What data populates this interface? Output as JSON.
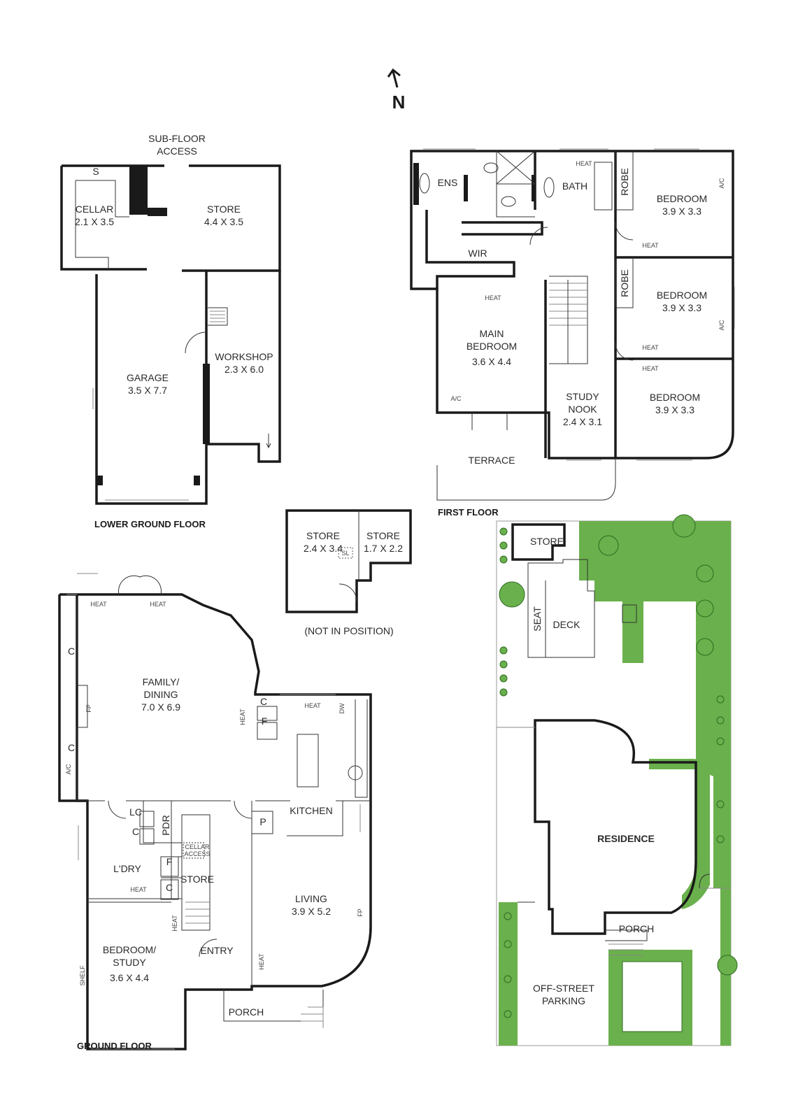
{
  "compass": {
    "label": "N"
  },
  "lower_ground": {
    "title": "LOWER GROUND FLOOR",
    "subfloor": [
      "SUB-FLOOR",
      "ACCESS"
    ],
    "s": "S",
    "cellar": {
      "name": "CELLAR",
      "dims": "2.1 X 3.5"
    },
    "store": {
      "name": "STORE",
      "dims": "4.4 X 3.5"
    },
    "garage": {
      "name": "GARAGE",
      "dims": "3.5 X 7.7"
    },
    "workshop": {
      "name": "WORKSHOP",
      "dims": "2.3 X 6.0"
    }
  },
  "first_floor": {
    "title": "FIRST FLOOR",
    "ens": "ENS",
    "bath": "BATH",
    "wir": "WIR",
    "robe1": "ROBE",
    "robe2": "ROBE",
    "heat": "HEAT",
    "ac": "A/C",
    "bed1": {
      "name": "BEDROOM",
      "dims": "3.9 X 3.3"
    },
    "bed2": {
      "name": "BEDROOM",
      "dims": "3.9 X 3.3"
    },
    "bed3": {
      "name": "BEDROOM",
      "dims": "3.9 X 3.3"
    },
    "main_bed": {
      "name1": "MAIN",
      "name2": "BEDROOM",
      "dims": "3.6 X 4.4"
    },
    "study": {
      "name1": "STUDY",
      "name2": "NOOK",
      "dims": "2.4 X 3.1"
    },
    "terrace": "TERRACE"
  },
  "stores": {
    "store1": {
      "name": "STORE",
      "dims": "2.4 X 3.4"
    },
    "store2": {
      "name": "STORE",
      "dims": "1.7 X 2.2"
    },
    "sl": "SL",
    "note": "(NOT IN POSITION)"
  },
  "ground_floor": {
    "title": "GROUND FLOOR",
    "heat": "HEAT",
    "c": "C",
    "f": "F",
    "fp": "FP",
    "ac": "A/C",
    "dw": "DW",
    "lc": "LC",
    "p": "P",
    "pdr": "PDR",
    "shelf": "SHELF",
    "cellar_access": [
      "CELLAR",
      "ACCESS"
    ],
    "family": {
      "name1": "FAMILY/",
      "name2": "DINING",
      "dims": "7.0 X 6.9"
    },
    "kitchen": "KITCHEN",
    "ldry": "L'DRY",
    "store": "STORE",
    "living": {
      "name": "LIVING",
      "dims": "3.9 X 5.2"
    },
    "bedstudy": {
      "name1": "BEDROOM/",
      "name2": "STUDY",
      "dims": "3.6 X 4.4"
    },
    "entry": "ENTRY",
    "porch": "PORCH"
  },
  "site": {
    "store": "STORE",
    "seat": "SEAT",
    "deck": "DECK",
    "residence": "RESIDENCE",
    "porch": "PORCH",
    "parking": [
      "OFF-STREET",
      "PARKING"
    ]
  },
  "colors": {
    "garden": "#6ab04c",
    "wall": "#1a1a1a"
  }
}
